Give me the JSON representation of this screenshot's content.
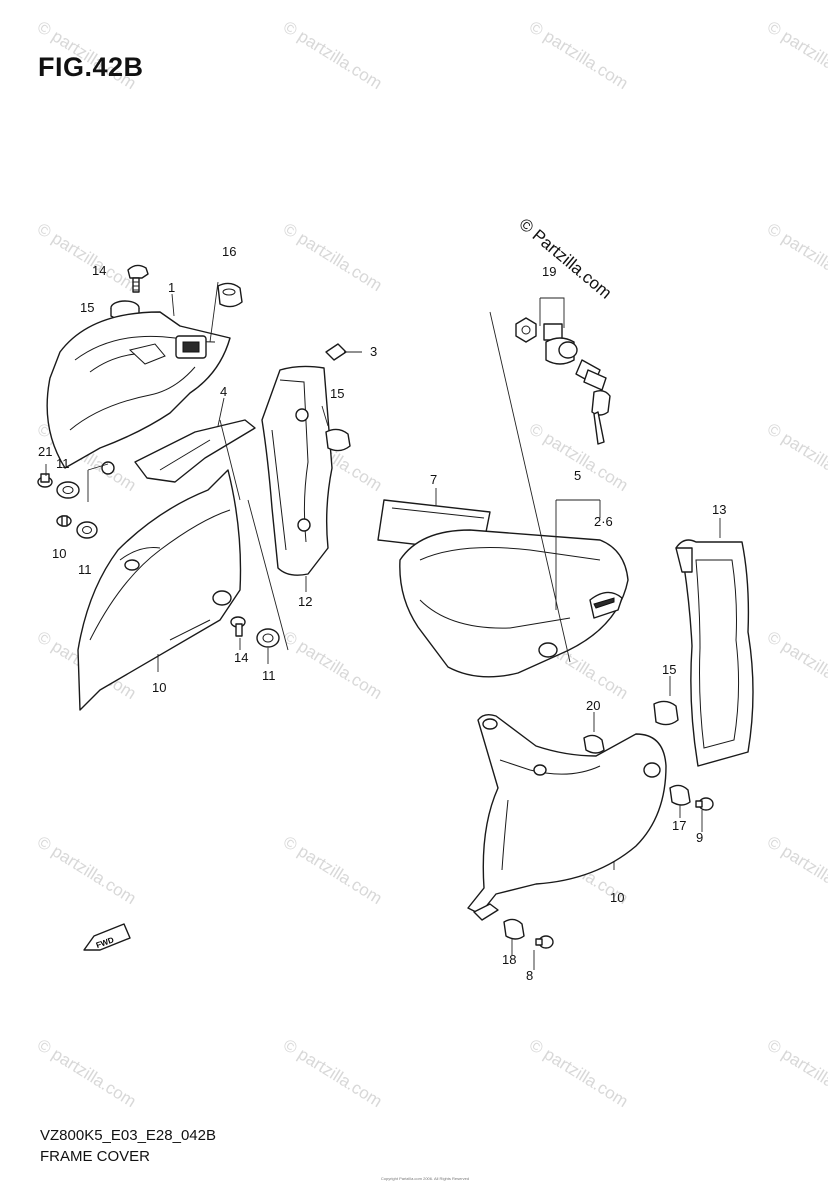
{
  "figure": {
    "title": "FIG.42B",
    "model_code": "VZ800K5_E03_E28_042B",
    "name": "FRAME COVER",
    "copyright_line": "Copyright Partzilla.com 2006. All Rights Reserved"
  },
  "watermark": {
    "text": "© partzilla.com",
    "stamp_text": "© Partzilla.com"
  },
  "callouts": [
    "1",
    "2·6",
    "3",
    "4",
    "5",
    "7",
    "8",
    "9",
    "10",
    "10",
    "10",
    "11",
    "11",
    "11",
    "12",
    "13",
    "14",
    "14",
    "15",
    "15",
    "15",
    "16",
    "17",
    "18",
    "19",
    "20",
    "21"
  ],
  "fwd_label": "FWD",
  "icons": {
    "direction": "fwd-arrow-icon"
  },
  "colors": {
    "ink": "#1a1a1a",
    "watermark": "#d8d8d8",
    "background": "#ffffff"
  }
}
